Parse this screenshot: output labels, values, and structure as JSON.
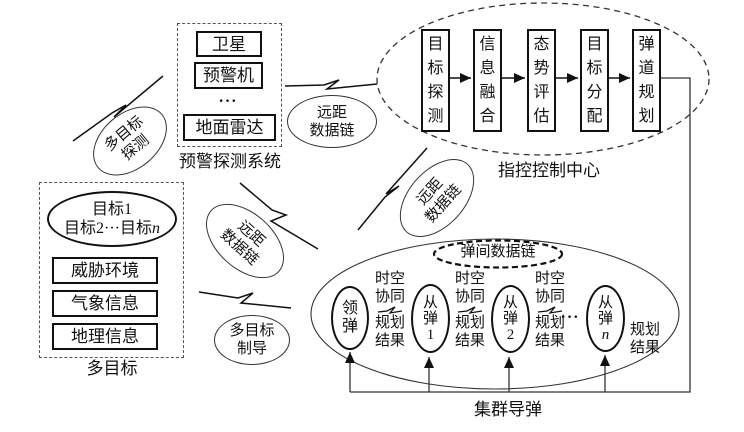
{
  "colors": {
    "background": "#ffffff",
    "ink": "#111111"
  },
  "warning_system": {
    "label": "预警探测系统",
    "items": [
      "卫星",
      "预警机",
      "地面雷达"
    ],
    "ellipsis": "···"
  },
  "command_center": {
    "label": "指控控制中心",
    "stages": [
      "目标探测",
      "信息融合",
      "态势评估",
      "目标分配",
      "弹道规划"
    ]
  },
  "targets": {
    "label": "多目标",
    "ellipse": {
      "line1": "目标1",
      "line2_pre": "目标2···目标",
      "line2_var": "n"
    },
    "boxes": [
      "威胁环境",
      "气象信息",
      "地理信息"
    ]
  },
  "links": {
    "multi_target_detection": {
      "line1": "多目标",
      "line2": "探测"
    },
    "datalink_top": {
      "line1": "远距",
      "line2": "数据链"
    },
    "datalink_left": {
      "line1": "远距",
      "line2": "数据链"
    },
    "datalink_right": {
      "line1": "远距",
      "line2": "数据链"
    },
    "multi_target_guidance": {
      "line1": "多目标",
      "line2": "制导"
    }
  },
  "swarm": {
    "label": "集群导弹",
    "inter_missile_datalink": "弹间数据链",
    "lead_missile": {
      "line1": "领",
      "line2": "弹"
    },
    "follower_missiles": [
      {
        "line1": "从",
        "line2": "弹",
        "line3": "1"
      },
      {
        "line1": "从",
        "line2": "弹",
        "line3": "2"
      },
      {
        "line1": "从",
        "line2": "弹",
        "line3": "n"
      }
    ],
    "coordination_label": {
      "line1": "时空",
      "line2": "协同",
      "line3": "规划",
      "line4": "结果"
    },
    "result_label": {
      "line1": "规划",
      "line2": "结果"
    },
    "ellipsis": "···"
  },
  "icons": {
    "wireless_link": "lightning-zigzag-line",
    "coordination_link": "small-zigzag",
    "flow_arrow": "filled-triangle-arrow"
  }
}
